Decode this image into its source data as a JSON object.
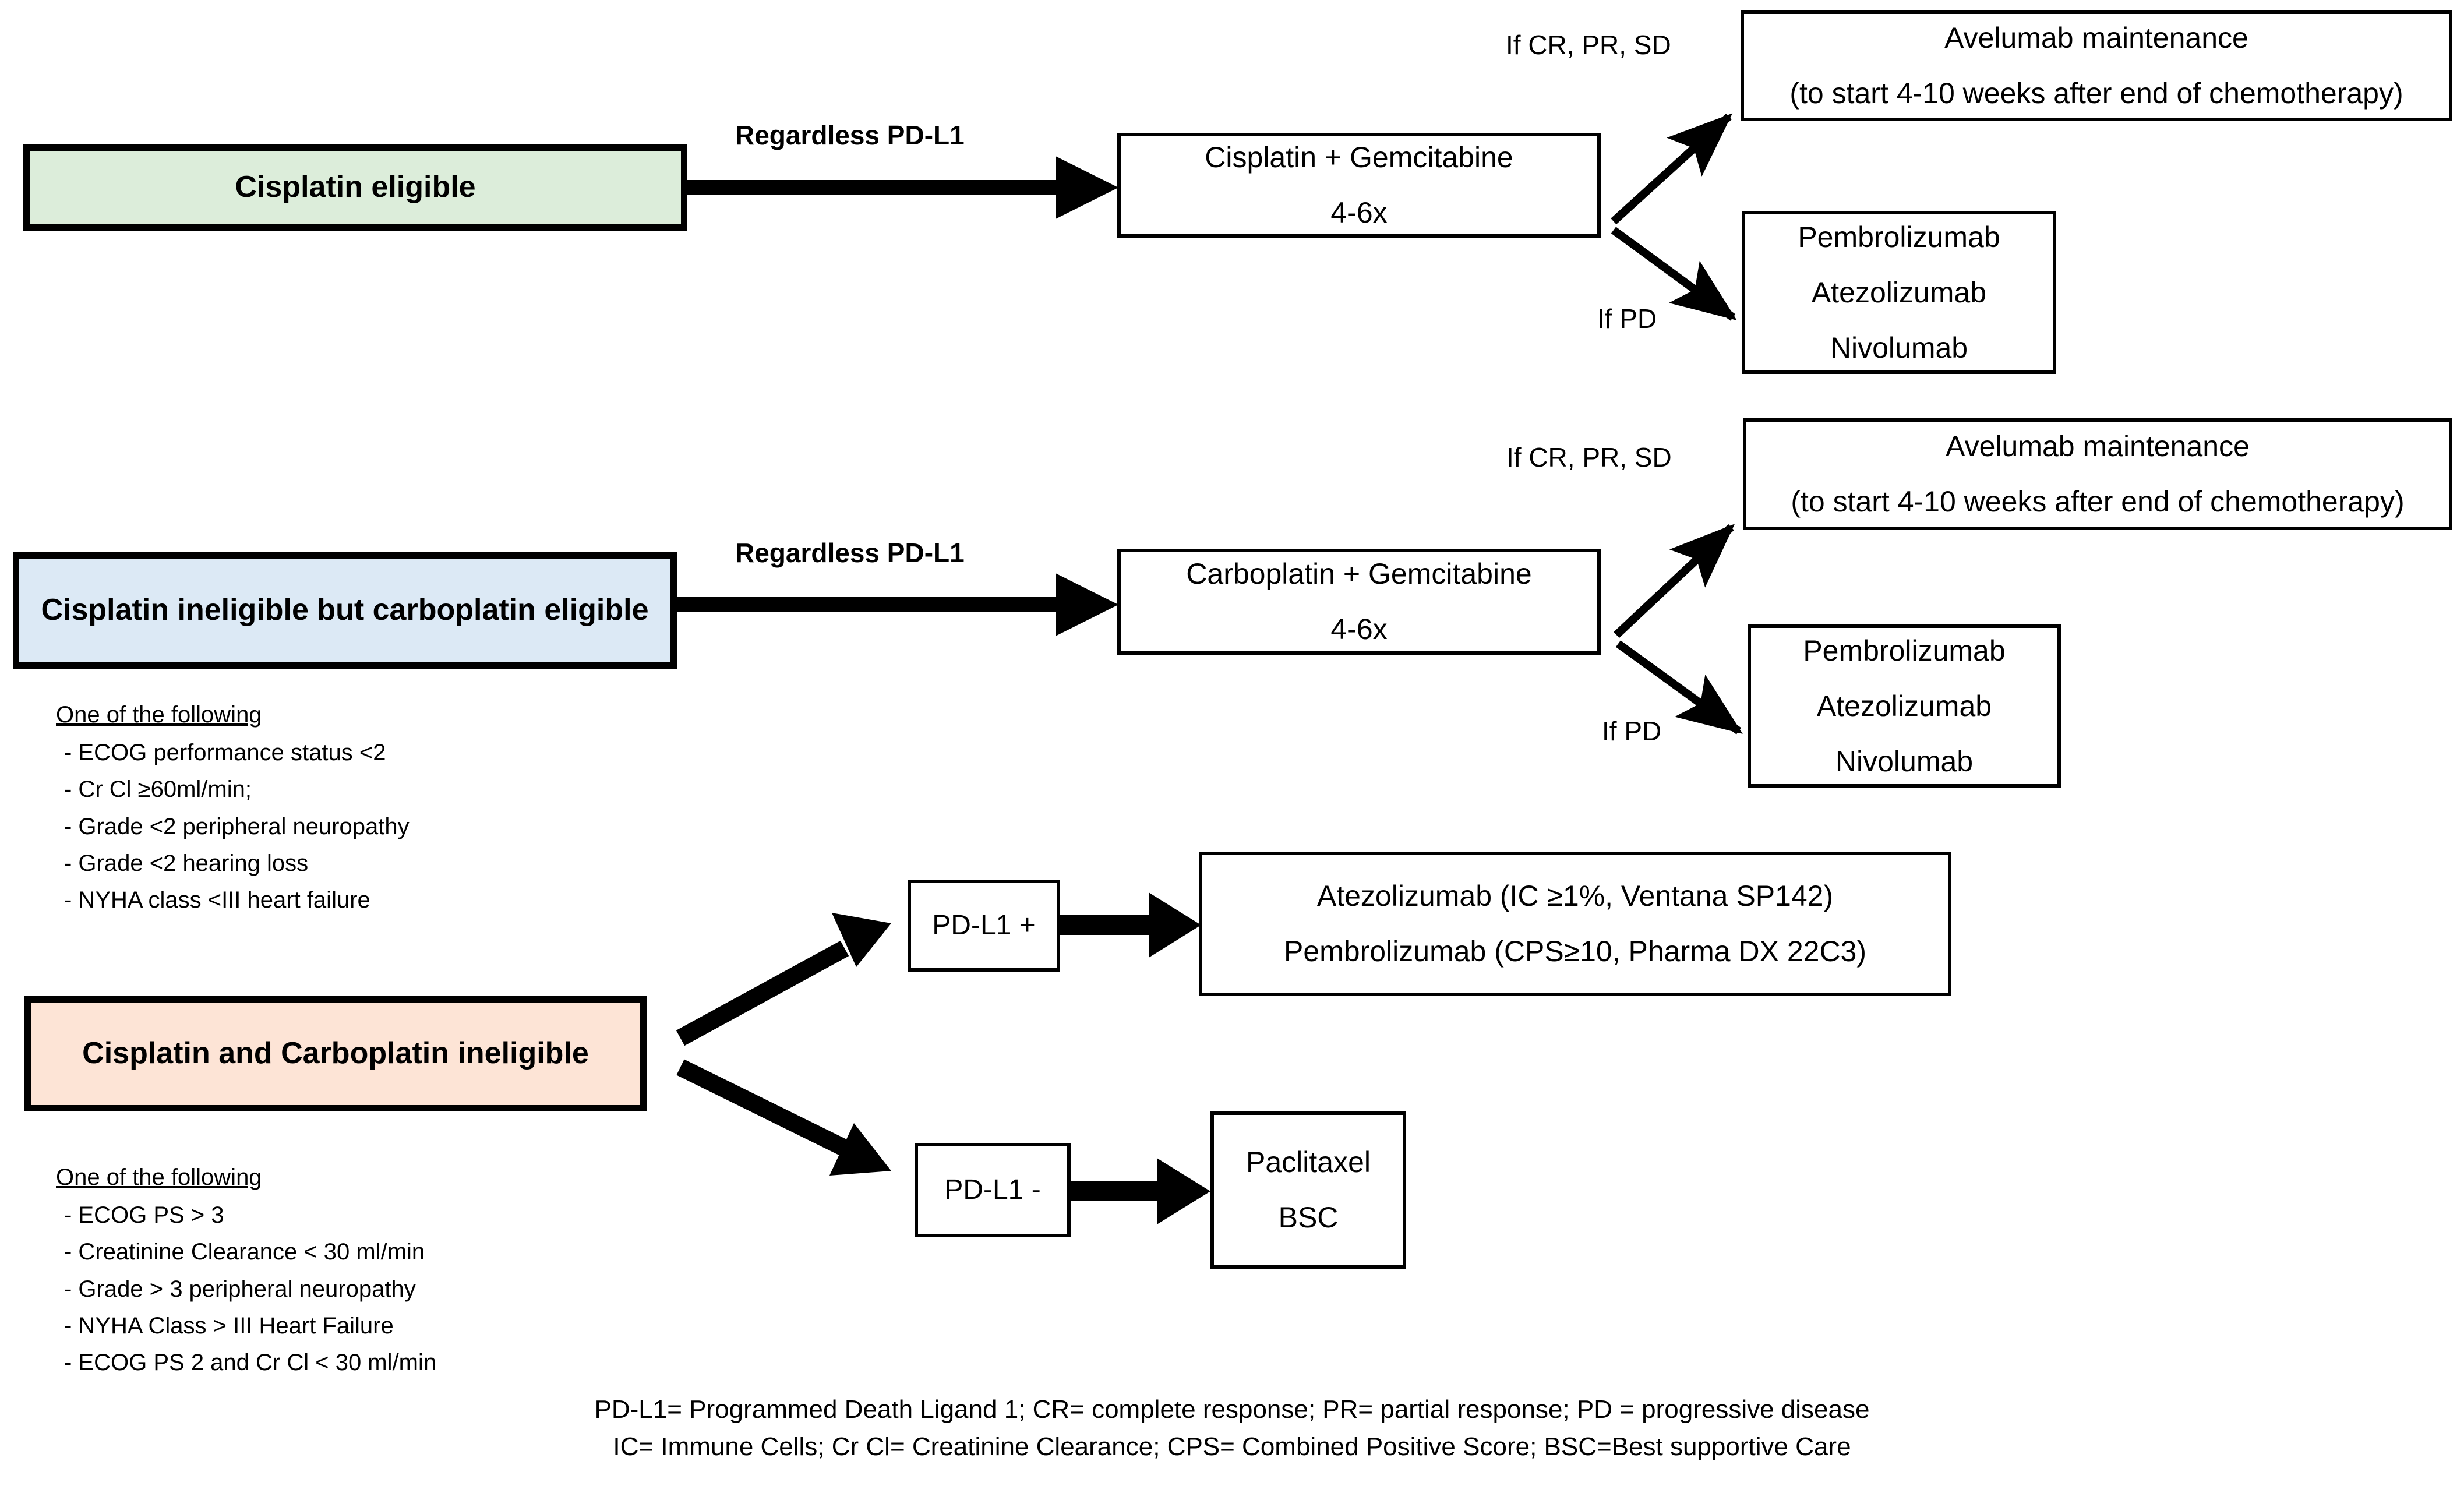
{
  "diagram": {
    "title": "Urothelial carcinoma first-line treatment algorithm",
    "colors": {
      "green": "#dcedda",
      "blue": "#dce9f5",
      "peach": "#fde4d6",
      "stroke": "#000000"
    }
  },
  "rows": {
    "row1": {
      "stage_label": "Cisplatin eligible",
      "arrow_label": "Regardless PD-L1",
      "chemo_line1": "Cisplatin + Gemcitabine",
      "chemo_line2": "4-6x",
      "branch_top_label": "If CR, PR, SD",
      "branch_bottom_label": "If PD",
      "maintenance_line1": "Avelumab maintenance",
      "maintenance_line2": "(to start 4-10 weeks after end of chemotherapy)",
      "progression_line1": "Pembrolizumab",
      "progression_line2": "Atezolizumab",
      "progression_line3": "Nivolumab"
    },
    "row2": {
      "stage_label": "Cisplatin ineligible but carboplatin eligible",
      "arrow_label": "Regardless PD-L1",
      "chemo_line1": "Carboplatin + Gemcitabine",
      "chemo_line2": "4-6x",
      "branch_top_label": "If CR, PR, SD",
      "branch_bottom_label": "If PD",
      "maintenance_line1": "Avelumab maintenance",
      "maintenance_line2": "(to start 4-10 weeks after end of chemotherapy)",
      "progression_line1": "Pembrolizumab",
      "progression_line2": "Atezolizumab",
      "progression_line3": "Nivolumab",
      "criteria_heading": "One of the following",
      "criteria_items": [
        "- ECOG performance status <2",
        "- Cr Cl ≥60ml/min;",
        "- Grade <2 peripheral neuropathy",
        "- Grade <2 hearing loss",
        "- NYHA class <III heart failure"
      ]
    },
    "row3": {
      "stage_label": "Cisplatin and Carboplatin ineligible",
      "criteria_heading": "One of the following",
      "criteria_items": [
        "- ECOG PS > 3",
        "- Creatinine Clearance < 30 ml/min",
        "- Grade > 3 peripheral neuropathy",
        "- NYHA Class > III Heart Failure",
        "- ECOG PS 2 and Cr Cl < 30 ml/min"
      ],
      "pdl1_positive_label": "PD-L1 +",
      "pdl1_negative_label": "PD-L1 -",
      "pdl1_positive_line1": "Atezolizumab (IC ≥1%, Ventana SP142)",
      "pdl1_positive_line2": "Pembrolizumab (CPS≥10, Pharma DX 22C3)",
      "pdl1_negative_line1": "Paclitaxel",
      "pdl1_negative_line2": "BSC"
    }
  },
  "legend": {
    "line1": "PD-L1= Programmed Death Ligand 1; CR= complete response; PR= partial response; PD = progressive disease",
    "line2": "IC= Immune Cells; Cr Cl= Creatinine Clearance; CPS= Combined Positive Score; BSC=Best supportive Care"
  }
}
